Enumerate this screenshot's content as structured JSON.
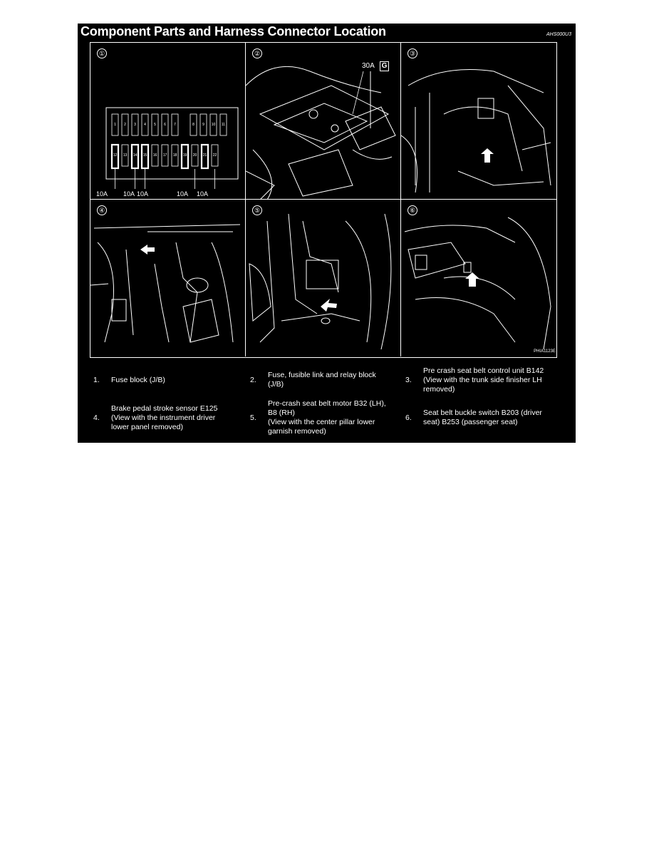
{
  "page": {
    "title": "Component Parts and Harness Connector Location",
    "doc_code": "AHS000U3",
    "figure_id": "PHIA1123E"
  },
  "panels": [
    {
      "number": "①",
      "fuse_labels": [
        "10A",
        "10A",
        "10A",
        "10A",
        "10A"
      ],
      "fuse_numbers": [
        "1",
        "2",
        "3",
        "4",
        "5",
        "6",
        "7",
        "8",
        "9",
        "10",
        "11",
        "12",
        "13",
        "14",
        "15",
        "16",
        "17",
        "18",
        "19",
        "20",
        "21",
        "22"
      ]
    },
    {
      "number": "②",
      "label": "30A",
      "badge": "G"
    },
    {
      "number": "③"
    },
    {
      "number": "④"
    },
    {
      "number": "⑤"
    },
    {
      "number": "⑥"
    }
  ],
  "captions": [
    {
      "number": "1.",
      "text": "Fuse block (J/B)"
    },
    {
      "number": "2.",
      "text": "Fuse, fusible link and relay block\n(J/B)"
    },
    {
      "number": "3.",
      "text": "Pre crash seat belt control unit B142\n(View with the trunk side finisher LH\nremoved)"
    },
    {
      "number": "4.",
      "text": "Brake pedal stroke sensor E125\n(View with the instrument driver\nlower panel removed)"
    },
    {
      "number": "5.",
      "text": "Pre-crash seat belt motor B32 (LH),\nB8 (RH)\n(View with the center pillar lower\ngarnish removed)"
    },
    {
      "number": "6.",
      "text": "Seat belt buckle switch B203 (driver\nseat) B253 (passenger seat)"
    }
  ],
  "colors": {
    "background": "#000000",
    "foreground": "#ffffff",
    "page": "#ffffff"
  }
}
